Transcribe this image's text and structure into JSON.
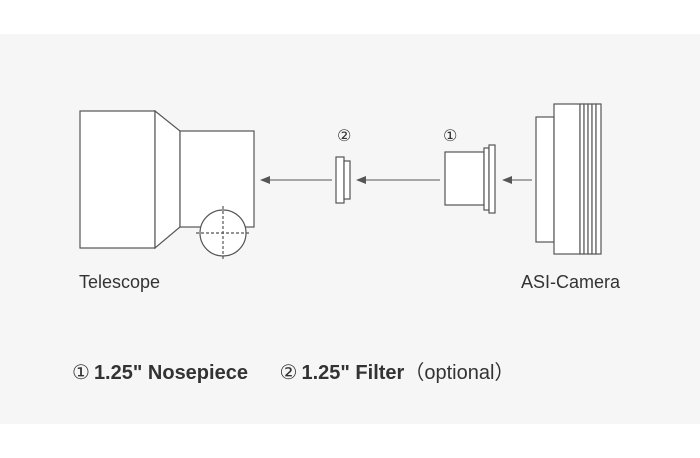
{
  "labels": {
    "telescope": "Telescope",
    "camera": "ASI-Camera"
  },
  "markers": {
    "filter": "②",
    "nosepiece": "①"
  },
  "legend": {
    "item1_num": "①",
    "item1_text": "1.25\" Nosepiece",
    "item2_num": "②",
    "item2_text": "1.25\" Filter",
    "item2_note": "（optional）"
  },
  "colors": {
    "line": "#555555",
    "background": "#f6f6f6",
    "text": "#333333"
  }
}
